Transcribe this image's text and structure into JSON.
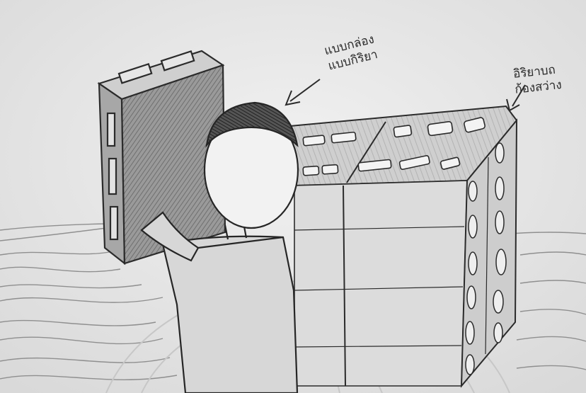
{
  "image": {
    "kind": "pencil-sketch",
    "palette": {
      "paper": "#e9e9e9",
      "graphite": "#333333",
      "shade": "#8a8a8a",
      "light": "#bdbdbd"
    }
  },
  "annotations": {
    "left_label": [
      "แบบกล่อง",
      "แบบกิริยา"
    ],
    "right_label": [
      "อิริยาบถ",
      "ก้องสว่าง"
    ]
  }
}
